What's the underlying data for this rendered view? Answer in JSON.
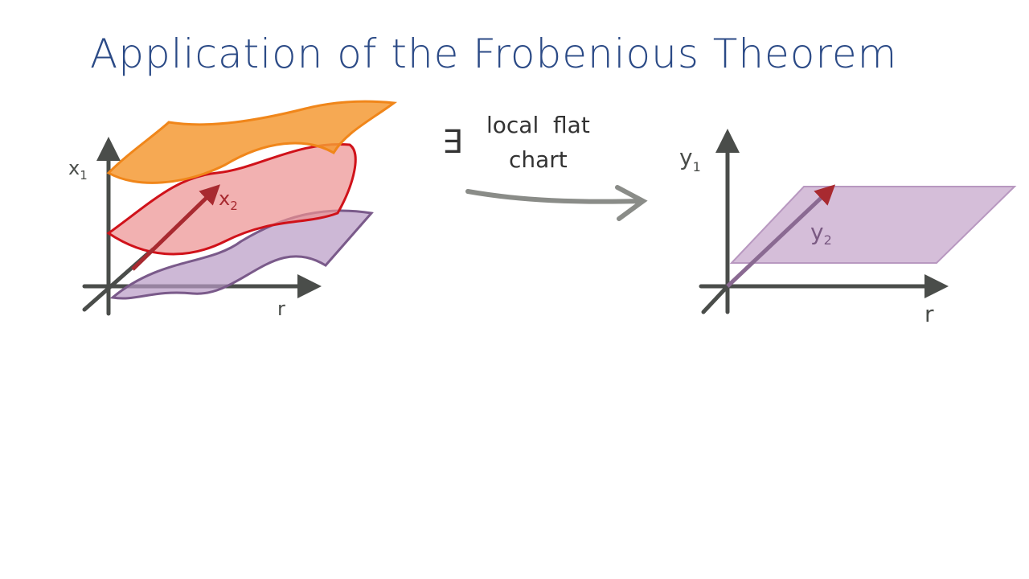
{
  "title": "Application of the Frobenious Theorem",
  "left_diagram": {
    "axis_vertical": "x",
    "axis_vertical_sub": "1",
    "axis_depth": "x",
    "axis_depth_sub": "2",
    "axis_horizontal": "r"
  },
  "middle": {
    "exists_symbol": "∃",
    "line1": "local  flat",
    "line2": "chart"
  },
  "right_diagram": {
    "axis_vertical": "y",
    "axis_vertical_sub": "1",
    "axis_depth": "y",
    "axis_depth_sub": "2",
    "axis_horizontal": "r"
  },
  "colors": {
    "title": "#2b4a86",
    "axis": "#4a4d4a",
    "orange": "#f0861a",
    "red": "#d0121a",
    "purple": "#7a5a8a",
    "arrow": "#8a8c88"
  }
}
